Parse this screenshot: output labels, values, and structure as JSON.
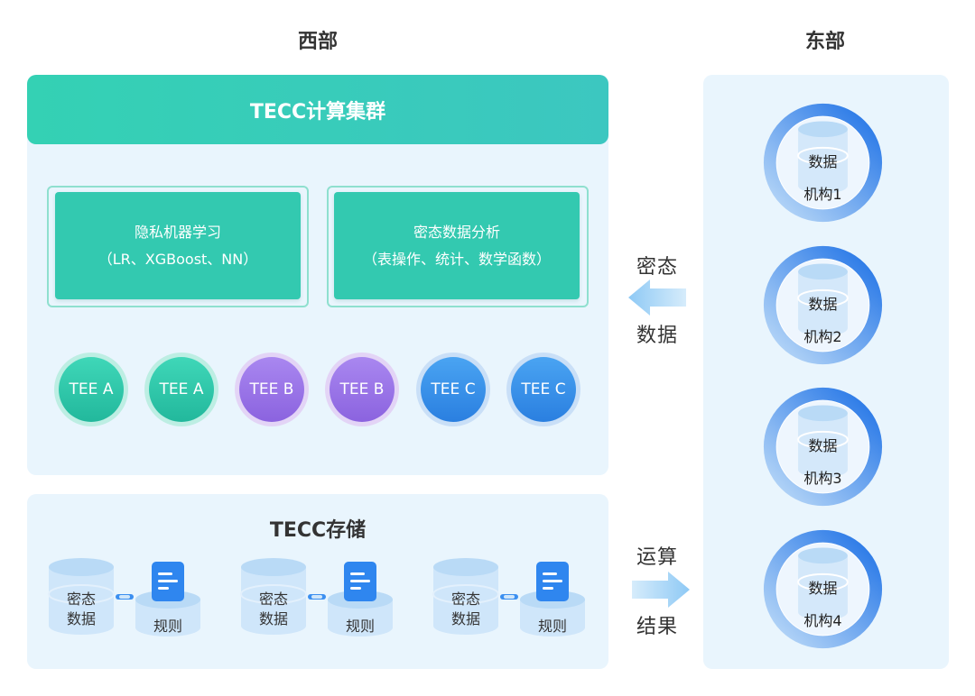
{
  "regions": {
    "west": "西部",
    "east": "东部"
  },
  "cluster": {
    "title": "TECC计算集群",
    "cards": [
      {
        "title": "隐私机器学习",
        "subtitle": "（LR、XGBoost、NN）"
      },
      {
        "title": "密态数据分析",
        "subtitle": "（表操作、统计、数学函数）"
      }
    ],
    "tees": [
      {
        "label": "TEE A",
        "color": "green"
      },
      {
        "label": "TEE A",
        "color": "green"
      },
      {
        "label": "TEE B",
        "color": "purple"
      },
      {
        "label": "TEE B",
        "color": "purple"
      },
      {
        "label": "TEE C",
        "color": "blue"
      },
      {
        "label": "TEE C",
        "color": "blue"
      }
    ]
  },
  "storage": {
    "title": "TECC存储",
    "groups": [
      {
        "data_line1": "密态",
        "data_line2": "数据",
        "rule": "规则"
      },
      {
        "data_line1": "密态",
        "data_line2": "数据",
        "rule": "规则"
      },
      {
        "data_line1": "密态",
        "data_line2": "数据",
        "rule": "规则"
      }
    ]
  },
  "flows": {
    "incoming": {
      "line1": "密态",
      "line2": "数据",
      "direction": "left"
    },
    "outgoing": {
      "line1": "运算",
      "line2": "结果",
      "direction": "right"
    }
  },
  "institutions": [
    {
      "data": "数据",
      "name": "机构1"
    },
    {
      "data": "数据",
      "name": "机构2"
    },
    {
      "data": "数据",
      "name": "机构3"
    },
    {
      "data": "数据",
      "name": "机构4"
    }
  ],
  "colors": {
    "teal": "#33c9b0",
    "panel_bg": "#e9f5fd",
    "ring_blue": "#1f72e6",
    "arrow_blue": "#8ec9f5"
  }
}
